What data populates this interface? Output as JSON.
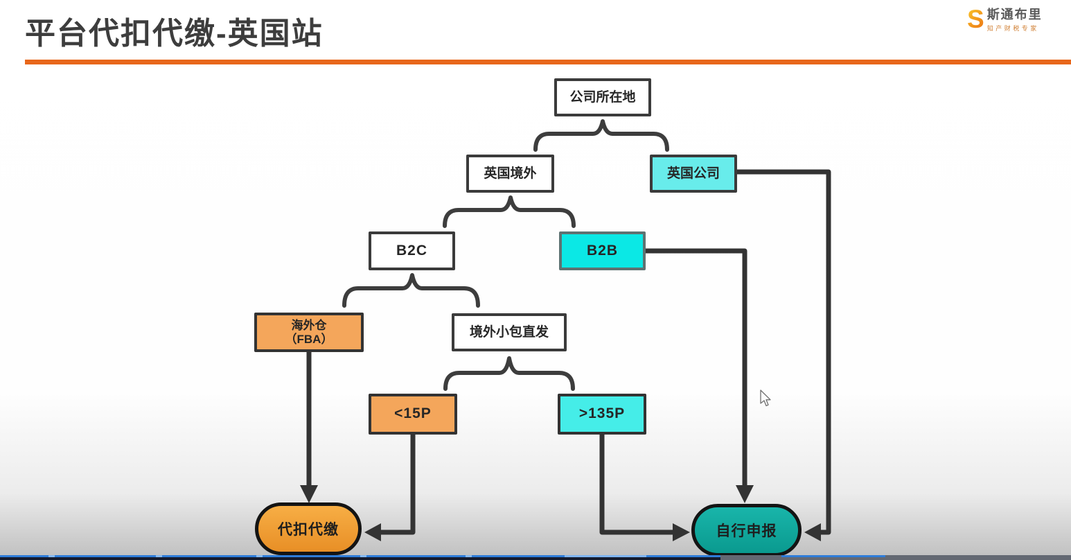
{
  "slide": {
    "title": "平台代扣代缴-英国站"
  },
  "logo": {
    "mark": "S",
    "name": "斯通布里",
    "tagline": "知产财税专家"
  },
  "colors": {
    "title_rule": "#e8671b",
    "node_border": "#3b3b3b",
    "cyan_light": "#68eceb",
    "cyan_bright": "#0be8e5",
    "cyan_mid": "#45ede8",
    "orange_node": "#f4a65b",
    "terminal_orange": "#ef9c32",
    "terminal_teal": "#11a89c",
    "connector": "#363636",
    "progress_blue": "#2e7cd9",
    "progress_dark": "#131a2d"
  },
  "nodes": {
    "company_location": "公司所在地",
    "uk_overseas": "英国境外",
    "uk_company": "英国公司",
    "b2c": "B2C",
    "b2b": "B2B",
    "overseas_warehouse_line1": "海外仓",
    "overseas_warehouse_line2": "（FBA）",
    "direct_parcel": "境外小包直发",
    "under_15p": "<15P",
    "over_135p": ">135P",
    "withholding": "代扣代缴",
    "self_declare": "自行申报"
  },
  "edges": [
    {
      "from": "公司所在地",
      "to": "英国境外"
    },
    {
      "from": "公司所在地",
      "to": "英国公司"
    },
    {
      "from": "英国境外",
      "to": "B2C"
    },
    {
      "from": "英国境外",
      "to": "B2B"
    },
    {
      "from": "B2C",
      "to": "海外仓（FBA）"
    },
    {
      "from": "B2C",
      "to": "境外小包直发"
    },
    {
      "from": "境外小包直发",
      "to": "<15P"
    },
    {
      "from": "境外小包直发",
      "to": ">135P"
    },
    {
      "from": "海外仓（FBA）",
      "to": "代扣代缴"
    },
    {
      "from": "<15P",
      "to": "代扣代缴"
    },
    {
      "from": ">135P",
      "to": "自行申报"
    },
    {
      "from": "B2B",
      "to": "自行申报"
    },
    {
      "from": "英国公司",
      "to": "自行申报"
    }
  ]
}
